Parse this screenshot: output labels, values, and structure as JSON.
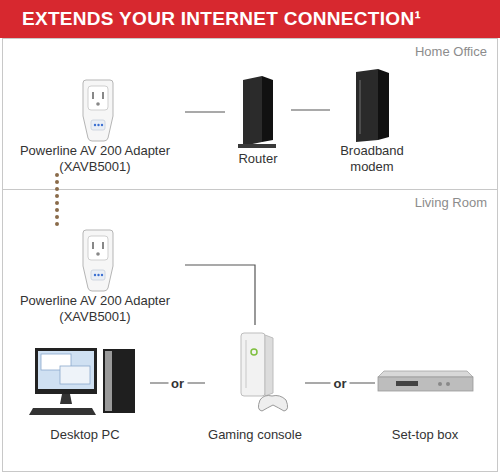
{
  "diagram": {
    "title": "EXTENDS YOUR INTERNET CONNECTION¹",
    "nodes": [
      {
        "text": [
          "Home Office"
        ]
      },
      {
        "text": [
          "Powerline AV 200 Adapter (XAVB5001)"
        ],
        "in": 0
      },
      {
        "text": [
          "Router"
        ],
        "in": 0
      },
      {
        "text": [
          "Broadband modem"
        ],
        "in": 0
      },
      {
        "text": [
          "Living Room"
        ]
      },
      {
        "text": [
          "Powerline AV 200 Adapter (XAVB5001)"
        ],
        "in": 4
      },
      {
        "text": [
          "Desktop PC"
        ],
        "in": 4
      },
      {
        "text": [
          "Gaming console"
        ],
        "in": 4
      },
      {
        "text": [
          "Set-top box"
        ],
        "in": 4
      }
    ],
    "edges": [
      {
        "from": 1,
        "to": 2,
        "arrow": "none"
      },
      {
        "from": 2,
        "to": 3,
        "arrow": "none"
      },
      {
        "from": 1,
        "to": 5,
        "arrow": "none"
      },
      {
        "from": 5,
        "to": 7,
        "arrow": "none"
      },
      {
        "from": 6,
        "to": 7,
        "label": "or",
        "arrow": "none"
      },
      {
        "from": 7,
        "to": 8,
        "label": "or",
        "arrow": "none"
      }
    ]
  }
}
